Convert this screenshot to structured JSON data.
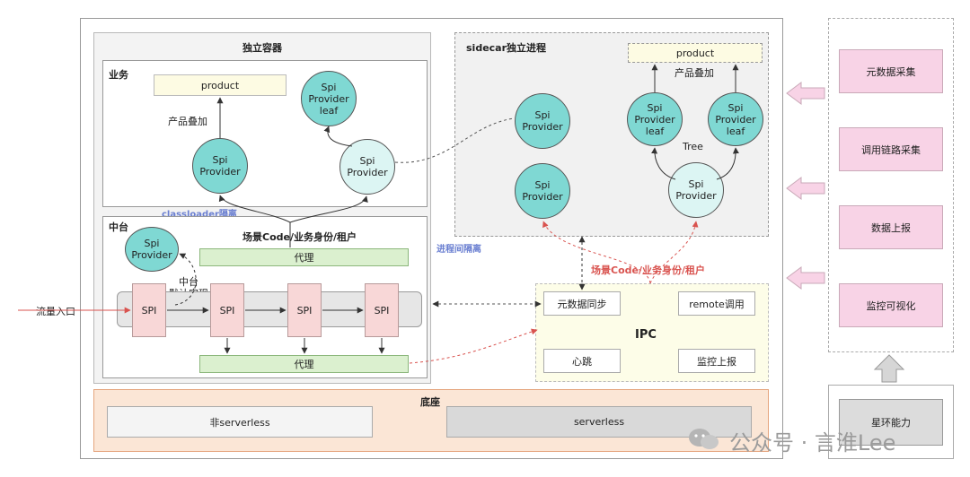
{
  "outer_container": {
    "title": "独立容器",
    "business": {
      "label": "业务",
      "product": "product",
      "product_overlay": "产品叠加",
      "spi_provider": "Spi\nProvider",
      "spi_provider_leaf": "Spi\nProvider\nleaf",
      "spi_provider_light": "Spi\nProvider"
    },
    "classloader_isolation": "classloader隔离",
    "middle": {
      "label": "中台",
      "spi_provider": "Spi\nProvider",
      "scene_label": "场景Code/业务身份/租户",
      "proxy_top": "代理",
      "proxy_bottom": "代理",
      "default_impl": "中台\n默认实现",
      "spi_labels": [
        "SPI",
        "SPI",
        "SPI",
        "SPI"
      ]
    }
  },
  "sidecar": {
    "title": "sidecar独立进程",
    "product": "product",
    "product_overlay": "产品叠加",
    "spi_provider_a": "Spi\nProvider",
    "spi_provider_b": "Spi\nProvider",
    "leaf_left": "Spi\nProvider\nleaf",
    "leaf_right": "Spi\nProvider\nleaf",
    "tree_label": "Tree",
    "spi_provider_light": "Spi\nProvider"
  },
  "process_isolation": "进程间隔离",
  "scene_label_red": "场景Code/业务身份/租户",
  "traffic_entry": "流量入口",
  "ipc": {
    "title": "IPC",
    "meta_sync": "元数据同步",
    "remote_call": "remote调用",
    "heartbeat": "心跳",
    "monitor_report": "监控上报"
  },
  "base": {
    "title": "底座",
    "non_serverless": "非serverless",
    "serverless": "serverless"
  },
  "right_panel": {
    "items": [
      "元数据采集",
      "调用链路采集",
      "数据上报",
      "监控可视化"
    ],
    "star_ring": "星环能力"
  },
  "watermark": "公众号 · 言淮Lee",
  "colors": {
    "teal": "#7fd8d3",
    "teal_light": "#dcf5f3",
    "pink": "#f8d3e6",
    "spi_pink": "#f8d7d7",
    "proxy_green": "#dbf0cf",
    "red_text": "#d9534f",
    "blue_text": "#6a7fd1"
  }
}
